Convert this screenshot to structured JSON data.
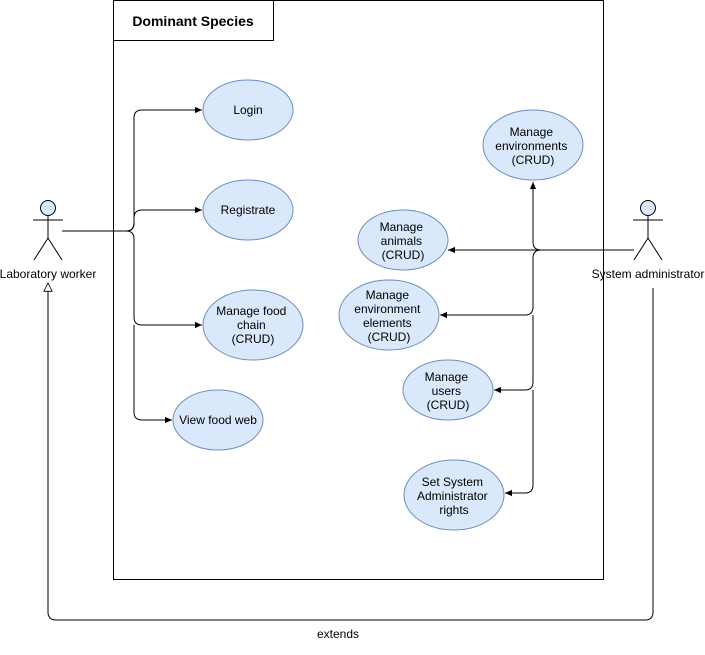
{
  "system": {
    "title": "Dominant Species"
  },
  "actors": {
    "lab_worker": {
      "label": "Laboratory worker"
    },
    "sys_admin": {
      "label": "System administrator"
    }
  },
  "use_cases": {
    "login": {
      "lines": [
        "Login"
      ]
    },
    "registrate": {
      "lines": [
        "Registrate"
      ]
    },
    "manage_food_chain": {
      "lines": [
        "Manage food",
        "chain",
        "(CRUD)"
      ]
    },
    "view_food_web": {
      "lines": [
        "View food web"
      ]
    },
    "manage_environments": {
      "lines": [
        "Manage",
        "environments",
        "(CRUD)"
      ]
    },
    "manage_animals": {
      "lines": [
        "Manage",
        "animals",
        "(CRUD)"
      ]
    },
    "manage_environment_elements": {
      "lines": [
        "Manage",
        "environment",
        "elements",
        "(CRUD)"
      ]
    },
    "manage_users": {
      "lines": [
        "Manage",
        "users",
        "(CRUD)"
      ]
    },
    "set_admin_rights": {
      "lines": [
        "Set System",
        "Administrator",
        "rights"
      ]
    }
  },
  "relations": {
    "extends_label": "extends"
  },
  "colors": {
    "use_case_fill": "#dae8fc",
    "use_case_stroke": "#6c8ebf",
    "line": "#000000"
  }
}
